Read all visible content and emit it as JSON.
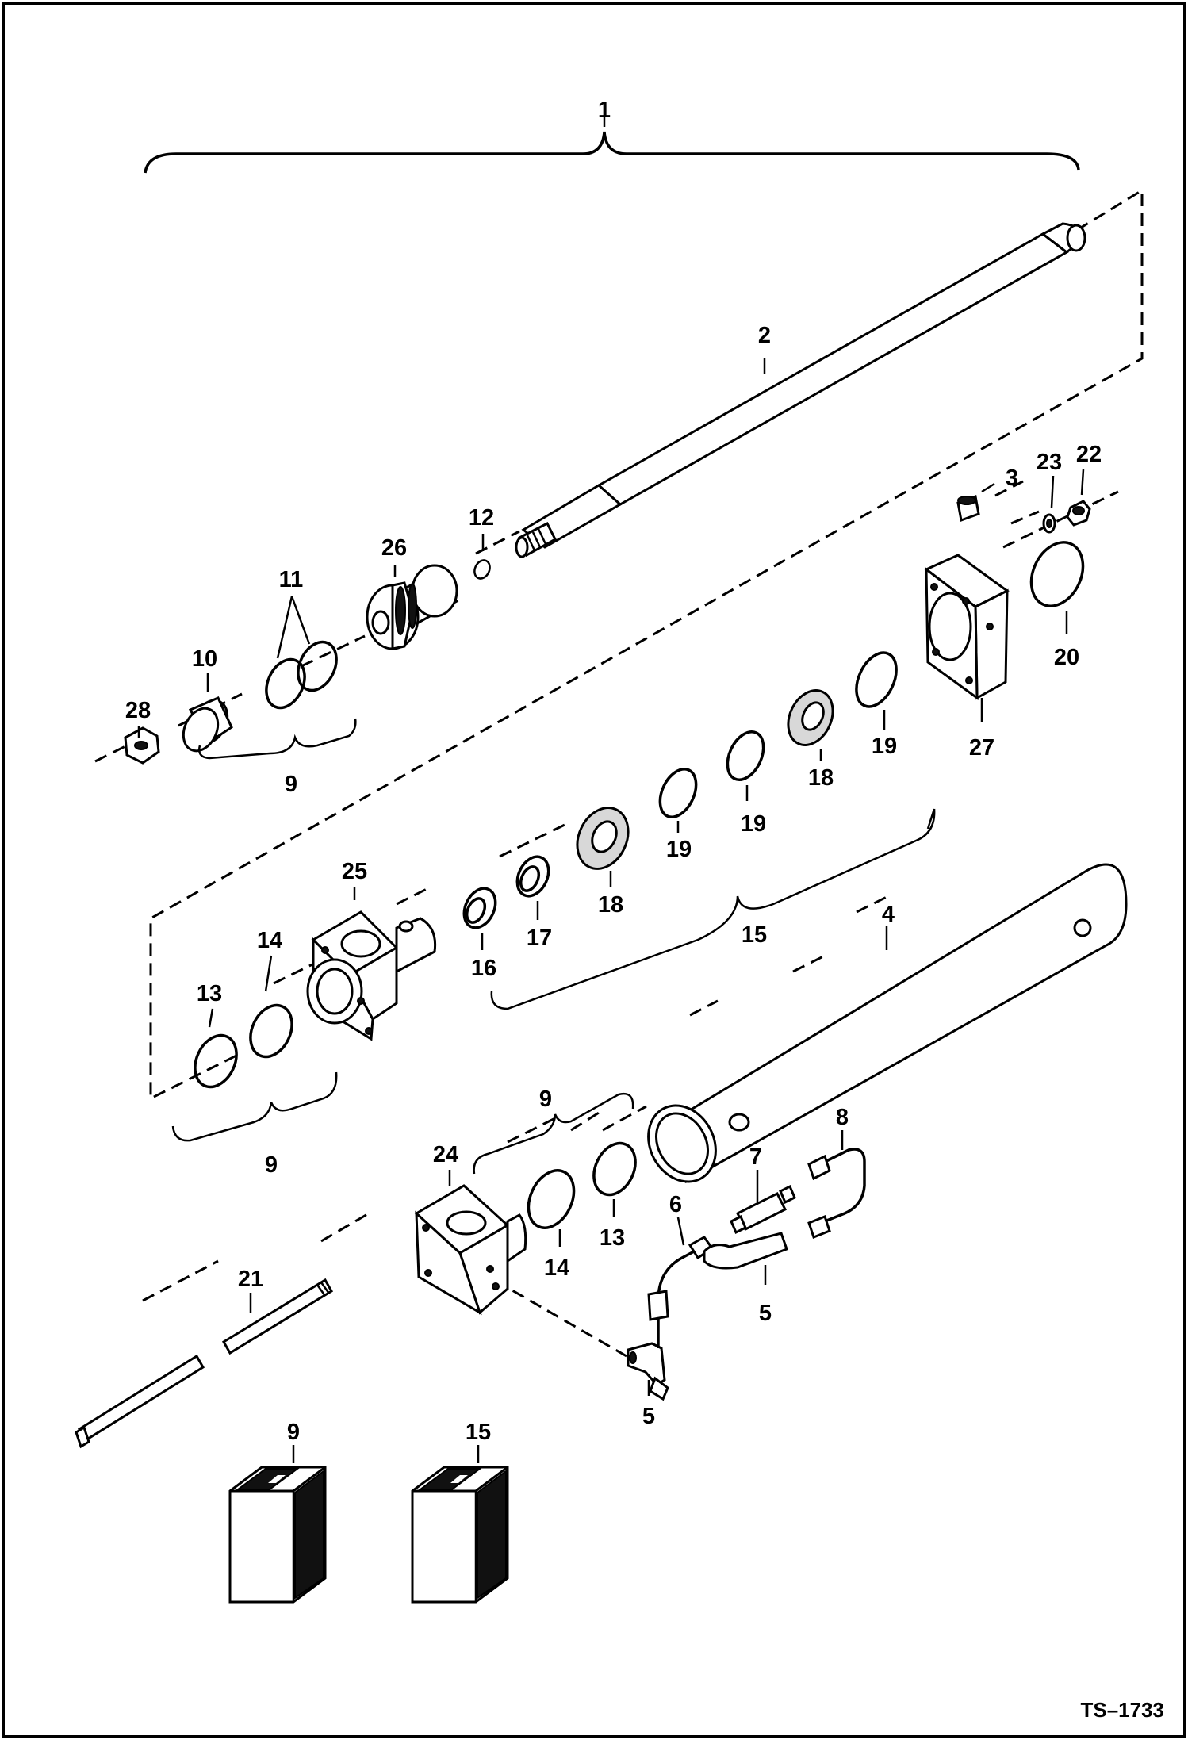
{
  "callouts": {
    "c1": "1",
    "c2": "2",
    "c3": "3",
    "c4": "4",
    "c5a": "5",
    "c5b": "5",
    "c6": "6",
    "c7": "7",
    "c8": "8",
    "c9a": "9",
    "c9b": "9",
    "c9c": "9",
    "c9d": "9",
    "c10": "10",
    "c11": "11",
    "c12": "12",
    "c13a": "13",
    "c13b": "13",
    "c14a": "14",
    "c14b": "14",
    "c15a": "15",
    "c15b": "15",
    "c16": "16",
    "c17": "17",
    "c18a": "18",
    "c18b": "18",
    "c19a": "19",
    "c19b": "19",
    "c19c": "19",
    "c20": "20",
    "c21": "21",
    "c22": "22",
    "c23": "23",
    "c24": "24",
    "c25": "25",
    "c26": "26",
    "c27": "27",
    "c28": "28"
  },
  "reference_code": "TS–1733"
}
